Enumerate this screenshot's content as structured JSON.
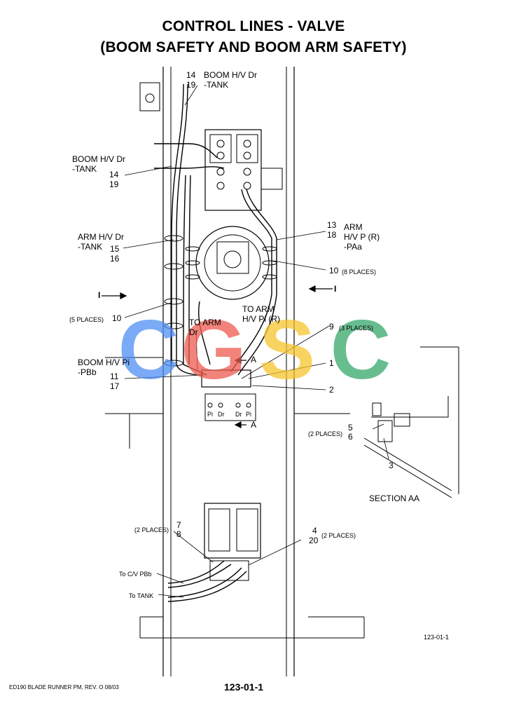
{
  "title_line1": "CONTROL LINES - VALVE",
  "title_line2": "(BOOM SAFETY AND BOOM ARM SAFETY)",
  "labels": {
    "boom_top_num_a": "14",
    "boom_top_num_b": "19",
    "boom_top_text_a": "BOOM H/V Dr",
    "boom_top_text_b": "-TANK",
    "boom_left_text_a": "BOOM H/V Dr",
    "boom_left_text_b": "-TANK",
    "boom_left_num_a": "14",
    "boom_left_num_b": "19",
    "arm_left_text_a": "ARM H/V Dr",
    "arm_left_text_b": "-TANK",
    "arm_left_num_a": "15",
    "arm_left_num_b": "16",
    "arm_right_num_a": "13",
    "arm_right_num_b": "18",
    "arm_right_text_a": "ARM",
    "arm_right_text_b": "H/V P  (R)",
    "arm_right_text_c": "-PAa",
    "ten_right": "10",
    "eight_places": "(8 PLACES)",
    "section_marker_left": "I",
    "section_marker_right": "I",
    "five_places": "(5 PLACES)",
    "ten_left": "10",
    "to_arm_pi_a": "TO ARM",
    "to_arm_pi_b": "H/V Pi (R)",
    "to_arm_dr_a": "TO ARM",
    "to_arm_dr_b": "Dr",
    "nine": "9",
    "three_places": "(3 PLACES)",
    "boom_pi_a": "BOOM H/V Pi",
    "boom_pi_b": "-PBb",
    "one": "1",
    "eleven": "11",
    "seventeen": "17",
    "two": "2",
    "section_a_top": "A",
    "section_a_bottom": "A",
    "port_pi_1": "Pi",
    "port_dr_1": "Dr",
    "port_dr_2": "Dr",
    "port_pi_2": "Pi",
    "two_places_56": "(2 PLACES)",
    "five": "5",
    "six": "6",
    "three": "3",
    "section_aa": "SECTION AA",
    "two_places_78": "(2 PLACES)",
    "seven": "7",
    "eight": "8",
    "four": "4",
    "twenty": "20",
    "two_places_420": "(2 PLACES)",
    "to_cv_pbb": "To C/V PBb",
    "to_tank": "To TANK",
    "fig_num": "123-01-1",
    "footer_left": "ED190 BLADE RUNNER PM, REV. O 08/03",
    "footer_page": "123-01-1"
  },
  "watermark": {
    "letters": [
      "C",
      "G",
      "S",
      "C"
    ],
    "colors": [
      "#4f8ef5",
      "#ee5a4f",
      "#f7c52e",
      "#36a86a"
    ]
  }
}
